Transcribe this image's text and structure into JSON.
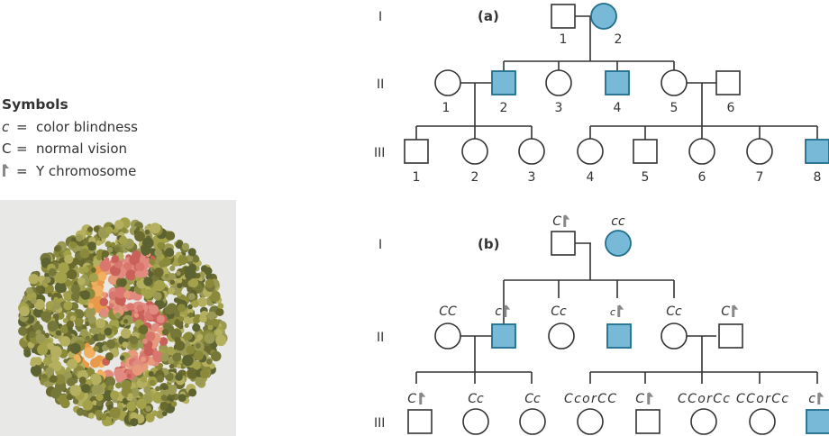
{
  "legend": {
    "title": "Symbols",
    "items": [
      {
        "key": "c",
        "eq": "=",
        "label": "color blindness"
      },
      {
        "key": "C",
        "eq": "=",
        "label": "normal vision"
      },
      {
        "key": "",
        "eq": "=",
        "label": "Y chromosome"
      }
    ]
  },
  "generations": [
    "I",
    "II",
    "III"
  ],
  "panel_a": {
    "label": "(a)",
    "gen1": [
      "1",
      "2"
    ],
    "gen2": [
      "1",
      "2",
      "3",
      "4",
      "5",
      "6"
    ],
    "gen3": [
      "1",
      "2",
      "3",
      "4",
      "5",
      "6",
      "7",
      "8"
    ]
  },
  "panel_b": {
    "label": "(b)",
    "gen1": [
      "C",
      "cc"
    ],
    "gen2": [
      "CC",
      "c",
      "Cc",
      "c",
      "Cc",
      "C"
    ],
    "gen3": [
      "C",
      "Cc",
      "Cc",
      "CcorCC",
      "C",
      "CCorCc",
      "CCorCc",
      "c"
    ]
  },
  "colors": {
    "affected": "#79b9d8",
    "affected_stroke": "#1f6e8c",
    "line": "#333333"
  }
}
